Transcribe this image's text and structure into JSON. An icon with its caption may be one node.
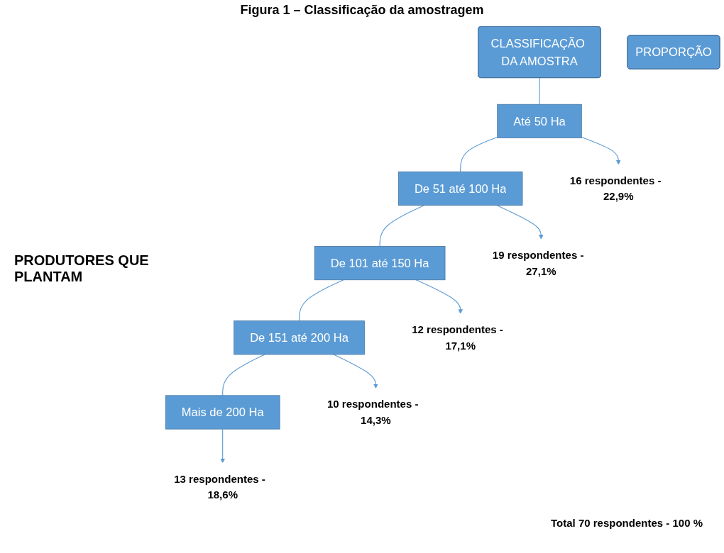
{
  "diagram": {
    "title": "Figura 1 – Classificação da amostragem",
    "nodes": [
      {
        "text": [
          "CLASSIFICAÇÃO DA AMOSTRA"
        ]
      },
      {
        "text": [
          "PROPORÇÃO"
        ]
      },
      {
        "text": [
          "Até 50 Ha"
        ]
      },
      {
        "text": [
          "De 51 até 100 Ha"
        ]
      },
      {
        "text": [
          "De 101 até 150 Ha"
        ]
      },
      {
        "text": [
          "De 151 até 200 Ha"
        ]
      },
      {
        "text": [
          "Mais de 200 Ha"
        ]
      },
      {
        "text": [
          "16 respondentes -  22,9%"
        ]
      },
      {
        "text": [
          "19 respondentes -  27,1%"
        ]
      },
      {
        "text": [
          "12 respondentes -  17,1%"
        ]
      },
      {
        "text": [
          "10 respondentes -  14,3%"
        ]
      },
      {
        "text": [
          "13 respondentes -  18,6%"
        ]
      }
    ],
    "edges": [
      {
        "from": 0,
        "to": 2,
        "arrow": "none"
      },
      {
        "from": 2,
        "to": 3,
        "arrow": "none"
      },
      {
        "from": 3,
        "to": 4,
        "arrow": "none"
      },
      {
        "from": 4,
        "to": 5,
        "arrow": "none"
      },
      {
        "from": 5,
        "to": 6,
        "arrow": "none"
      },
      {
        "from": 2,
        "to": 7,
        "arrow": "to"
      },
      {
        "from": 3,
        "to": 8,
        "arrow": "to"
      },
      {
        "from": 4,
        "to": 9,
        "arrow": "to"
      },
      {
        "from": 5,
        "to": 10,
        "arrow": "to"
      },
      {
        "from": 6,
        "to": 11,
        "arrow": "to"
      }
    ],
    "labels": [
      "PRODUTORES QUE PLANTAM",
      "Total 70 respondentes - 100 %"
    ]
  }
}
